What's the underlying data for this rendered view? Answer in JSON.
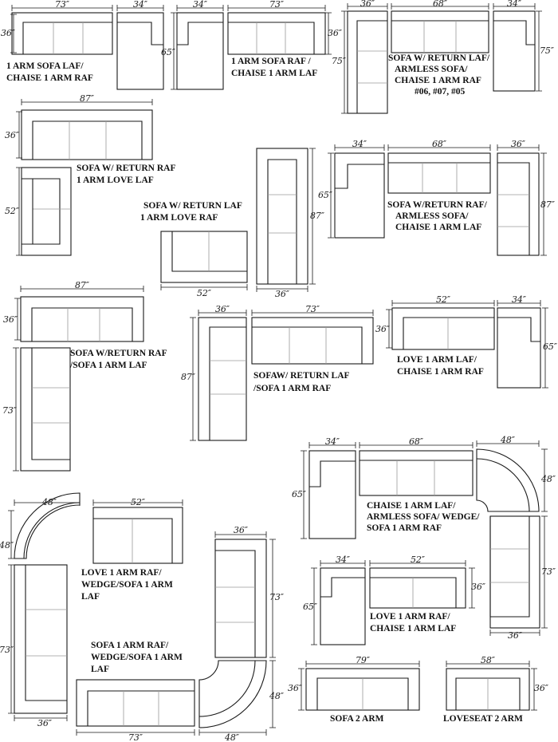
{
  "dims": {
    "in_73": "73″",
    "in_34": "34″",
    "in_36": "36″",
    "in_68": "68″",
    "in_65": "65″",
    "in_75": "75″",
    "in_87": "87″",
    "in_52": "52″",
    "in_48": "48″",
    "in_79": "79″",
    "in_58": "58″"
  },
  "labels": {
    "g1": [
      "1 ARM SOFA LAF/",
      "CHAISE 1 ARM   RAF"
    ],
    "g2": [
      "1 ARM SOFA RAF /",
      "CHAISE 1 ARM  LAF"
    ],
    "g3": [
      "SOFA W/ RETURN LAF/",
      "ARMLESS SOFA/",
      "CHAISE 1 ARM RAF",
      "#06, #07, #05"
    ],
    "g4": [
      "SOFA W/ RETURN RAF",
      "1 ARM LOVE LAF"
    ],
    "g5": [
      "SOFA  W/ RETURN LAF",
      "1 ARM LOVE RAF"
    ],
    "g6": [
      "SOFA W/RETURN RAF/",
      "ARMLESS SOFA/",
      "CHAISE 1 ARM LAF"
    ],
    "g7": [
      "SOFA W/RETURN RAF",
      "/SOFA 1 ARM LAF"
    ],
    "g8": [
      "SOFAW/ RETURN LAF",
      "/SOFA 1 ARM RAF"
    ],
    "g9": [
      "LOVE 1 ARM LAF/",
      "CHAISE 1 ARM RAF"
    ],
    "g10": [
      "CHAISE 1 ARM LAF/",
      "ARMLESS SOFA/ WEDGE/",
      "SOFA 1 ARM RAF"
    ],
    "g11": [
      "LOVE 1 ARM RAF/",
      "WEDGE/SOFA 1 ARM",
      "LAF"
    ],
    "g12": [
      "LOVE 1 ARM RAF/",
      "CHAISE 1 ARM LAF"
    ],
    "g13": [
      "SOFA 1 ARM RAF/",
      "WEDGE/SOFA 1 ARM",
      "LAF"
    ],
    "g14": [
      "SOFA 2 ARM"
    ],
    "g15": [
      "LOVESEAT 2 ARM"
    ]
  }
}
